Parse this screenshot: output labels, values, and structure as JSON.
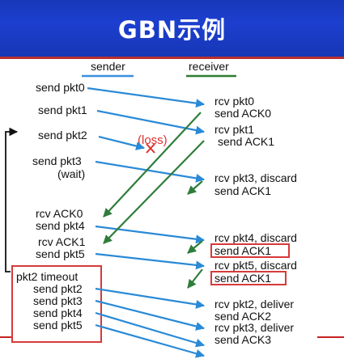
{
  "title": "GBN示例",
  "colors": {
    "title_bg": "#1c3fcf",
    "sender_line": "#3a8fe0",
    "receiver_line": "#2e7d32",
    "packet_arrow": "#2a8ad6",
    "ack_arrow": "#2f7d3a",
    "highlight": "#d63a3a",
    "loss": "#e03030"
  },
  "headers": {
    "sender": "sender",
    "receiver": "receiver"
  },
  "sender_events": {
    "send_pkt0": "send  pkt0",
    "send_pkt1": "send  pkt1",
    "send_pkt2": "send  pkt2",
    "send_pkt3": "send  pkt3",
    "wait": "(wait)",
    "rcv_ack0": "rcv  ACK0",
    "send_pkt4": "send  pkt4",
    "rcv_ack1": "rcv  ACK1",
    "send_pkt5": "send  pkt5",
    "timeout": "pkt2 timeout",
    "resend_pkt2": "send  pkt2",
    "resend_pkt3": "send  pkt3",
    "resend_pkt4": "send  pkt4",
    "resend_pkt5": "send  pkt5"
  },
  "loss_label": "(loss)",
  "receiver_events": {
    "rcv_pkt0": "rcv pkt0",
    "send_ack0": "send ACK0",
    "rcv_pkt1": "rcv pkt1",
    "send_ack1_a": "send ACK1",
    "rcv_pkt3": "rcv pkt3, discard",
    "send_ack1_b": "send ACK1",
    "rcv_pkt4": "rcv pkt4, discard",
    "send_ack1_c": "send ACK1",
    "rcv_pkt5": "rcv pkt5, discard",
    "send_ack1_d": "send ACK1",
    "rcv_pkt2": "rcv pkt2, deliver",
    "send_ack2": "send ACK2",
    "rcv_pkt3_deliver": "rcv pkt3, deliver",
    "send_ack3": "send ACK3"
  }
}
